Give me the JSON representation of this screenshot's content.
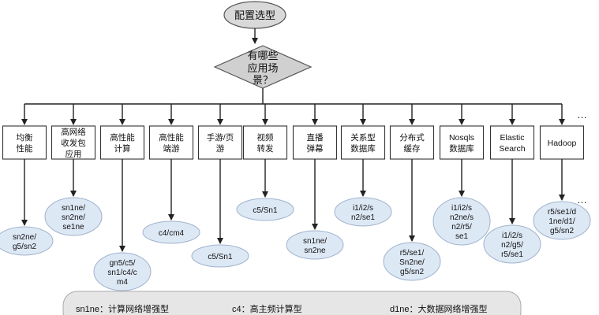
{
  "start": {
    "label": "配置选型"
  },
  "decision": {
    "lines": [
      "有哪些",
      "应用场",
      "景？"
    ]
  },
  "ellipsis": "…",
  "scenarios": [
    {
      "lines": [
        "均衡",
        "性能"
      ],
      "series": [
        "sn2ne/",
        "g5/sn2"
      ]
    },
    {
      "lines": [
        "高网络",
        "收发包",
        "应用"
      ],
      "series": [
        "sn1ne/",
        "sn2ne/",
        "se1ne"
      ]
    },
    {
      "lines": [
        "高性能",
        "计算"
      ],
      "series": [
        "gn5/c5/",
        "sn1/c4/c",
        "m4"
      ]
    },
    {
      "lines": [
        "高性能",
        "端游"
      ],
      "series": [
        "c4/cm4"
      ]
    },
    {
      "lines": [
        "手游/页",
        "游"
      ],
      "series": [
        "c5/Sn1"
      ]
    },
    {
      "lines": [
        "视频",
        "转发"
      ],
      "series": [
        "c5/Sn1"
      ]
    },
    {
      "lines": [
        "直播",
        "弹幕"
      ],
      "series": [
        "sn1ne/",
        "sn2ne"
      ]
    },
    {
      "lines": [
        "关系型",
        "数据库"
      ],
      "series": [
        "i1/i2/s",
        "n2/se1"
      ]
    },
    {
      "lines": [
        "分布式",
        "缓存"
      ],
      "series": [
        "r5/se1/",
        "Sn2ne/",
        "g5/sn2"
      ]
    },
    {
      "lines": [
        "Nosqls",
        "数据库"
      ],
      "series": [
        "i1/i2/s",
        "n2ne/s",
        "n2/r5/",
        "se1"
      ]
    },
    {
      "lines": [
        "Elastic",
        "Search"
      ],
      "series": [
        "i1/i2/s",
        "n2/g5/",
        "r5/se1"
      ]
    },
    {
      "lines": [
        "Hadoop"
      ],
      "series": [
        "r5/se1/d",
        "1ne/d1/",
        "g5/sn2"
      ]
    }
  ],
  "legend": [
    {
      "text": "sn1ne：计算网络增强型"
    },
    {
      "text": "c4：高主频计算型"
    },
    {
      "text": "d1ne：大数据网络增强型"
    }
  ],
  "colors": {
    "start_fill": "#d9d9d9",
    "decision_fill": "#d0d0d0",
    "box_fill": "#ffffff",
    "ellipse_fill": "#dde8f5",
    "ellipse_stroke": "#9fb3cc",
    "legend_fill": "#e6e6e6",
    "line": "#222222"
  }
}
